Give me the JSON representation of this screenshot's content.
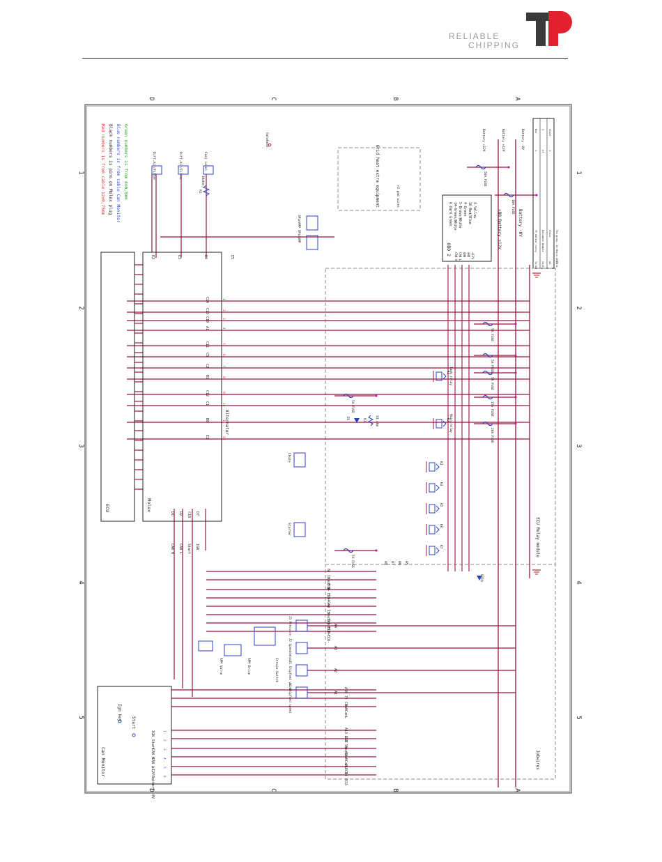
{
  "header": {
    "tagline_line1": "RELIABLE",
    "tagline_line2": "CHIPPING",
    "logo_text": "TP",
    "colors": {
      "brand_red": "#e3202d",
      "brand_dark": "#3a3a3a",
      "tagline": "#9a9a9a"
    }
  },
  "schematic": {
    "zones": [
      "1",
      "2",
      "3",
      "4",
      "5"
    ],
    "rows": [
      "D",
      "C",
      "B",
      "A"
    ],
    "legend": [
      {
        "text": "Red numbers is from cable 12x0,75mm",
        "color": "#e03030"
      },
      {
        "text": "Black numbers is pins on Molex plug",
        "color": "#222222"
      },
      {
        "text": "Blue numbers is from cable Can Monitor",
        "color": "#3050d0"
      },
      {
        "text": "Green numbers is from 4x0,5mm",
        "color": "#20a020"
      }
    ],
    "blocks": {
      "ecu": "ECU",
      "molex": "Molex",
      "can_monitor": "Can Monitor",
      "obd": "OBD 2",
      "ecu_relay": "ECU Relay module",
      "jobwires": "Jobwires",
      "grid_heat": "Grid heat extra equipment",
      "grid_heat_sub": "+2 gnd wires"
    },
    "sensors": [
      "Diff.Air/Filter",
      "Diff.Air/Filter",
      "Fuel Level"
    ],
    "r2_label": "R2",
    "r2_value": "1Kohm",
    "gateheat": "Gateheat",
    "extra": "3PinAMP 3PinAMP",
    "obd_pins": [
      "6-Dark Green",
      "14-Green/White",
      "5-Brown/White",
      "4-Green",
      "16-Red/Blue",
      "4-Yellow"
    ],
    "obd_side": [
      "CAN H",
      "CAN L",
      "GND",
      "GND",
      "+12V"
    ],
    "battery_labels": [
      "+BB Battery +12V",
      "Battery -0V"
    ],
    "pos_labels": [
      "Battery +12V",
      "Battery +12V",
      "Battery -0V"
    ],
    "fuses": [
      "50A FUSE",
      "10A FUSE",
      "5A FUSE",
      "5A FUSE",
      "5A FUSE",
      "15A FUSE",
      "5A FUSE",
      "20A FUSE",
      "5A FUSE"
    ],
    "relays": [
      "K1",
      "K2",
      "K3",
      "K4",
      "K5",
      "K6",
      "K7"
    ],
    "relay_labels": [
      "Tank relay",
      "Main relay"
    ],
    "alt_label": "Alternator",
    "ecu_pins": [
      "C14",
      "C13",
      "C10",
      "A1",
      "C11",
      "C5",
      "C2",
      "B1",
      "C12",
      "C1",
      "B8",
      "E3"
    ],
    "molex_pins": [
      "D1",
      "D2",
      "C10",
      "D7"
    ],
    "top_pins": [
      "E2",
      "E3",
      "E4",
      "E5"
    ],
    "plug_io": [
      "8) Input 1",
      "7) ECU-",
      "6) ECU+",
      "5) Gnd",
      "4) Input 1",
      "3) Input 1",
      "2) ECU+",
      "1) ECU-"
    ],
    "jpins": [
      "A4",
      "A3",
      "A2",
      "A1"
    ],
    "jlabels": [
      "J3 Pressure",
      "J2 Speedsensor",
      "J1 Chipfeed valve",
      "J4 Chipfeed speed"
    ],
    "rpm_labels": [
      "RPM Valve",
      "RPM Drive",
      "Strain Switch"
    ],
    "can_wires": [
      "CAN H",
      "CAN L",
      "Start",
      "IGN"
    ],
    "bottom_wires": [
      "A10",
      "7) CanH",
      "8) CanL",
      "A13 IGN",
      "A11 Start",
      "4) CanH",
      "3) CanL",
      "2)ECU+",
      "1) ECU-"
    ],
    "can_mon_rows": [
      "IGN",
      "Start",
      "CAN H",
      "CAN L",
      "+12V",
      "Battery -0V"
    ],
    "can_mon_labels": [
      "Ign key",
      "Start"
    ],
    "a_pins": [
      "A8",
      "A7",
      "A6",
      "A5"
    ],
    "chute": "Chute",
    "starter": "Starter",
    "rt": "RT19",
    "d1": "D1",
    "r1": "R1",
    "r1v": "33 ohm",
    "title_block": [
      "TP_Kalibr_rsnng",
      "Document Number",
      "Chips",
      "Thursday, 14 March 2017"
    ],
    "title_keys": [
      "Title",
      "Size",
      "A3",
      "Date"
    ],
    "title_right": [
      "Rev",
      "5",
      "Sheet",
      "1",
      "of",
      "1"
    ]
  }
}
